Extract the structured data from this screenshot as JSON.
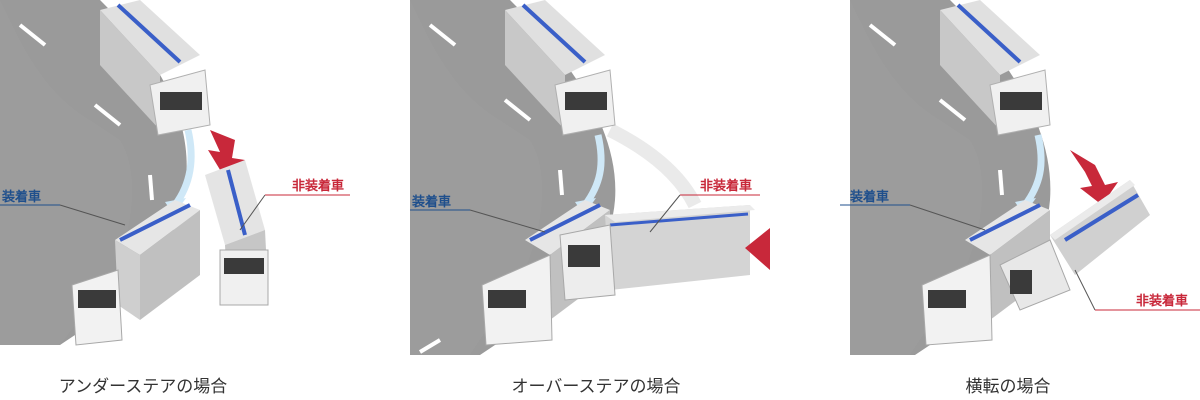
{
  "colors": {
    "road": "#9a9a9a",
    "lane": "#ffffff",
    "truck_body": "#d9d9d9",
    "truck_stripe": "#3a5fc8",
    "path_arrow": "#cfe8f7",
    "red_arrow": "#c8283a",
    "equipped_text": "#1f4f8c",
    "unequipped_text": "#c8283a"
  },
  "panels": [
    {
      "equipped_label": "装着車",
      "unequipped_label": "非装着車",
      "caption": "アンダーステアの場合"
    },
    {
      "equipped_label": "装着車",
      "unequipped_label": "非装着車",
      "caption": "オーバーステアの場合"
    },
    {
      "equipped_label": "装着車",
      "unequipped_label": "非装着車",
      "caption": "横転の場合"
    }
  ]
}
